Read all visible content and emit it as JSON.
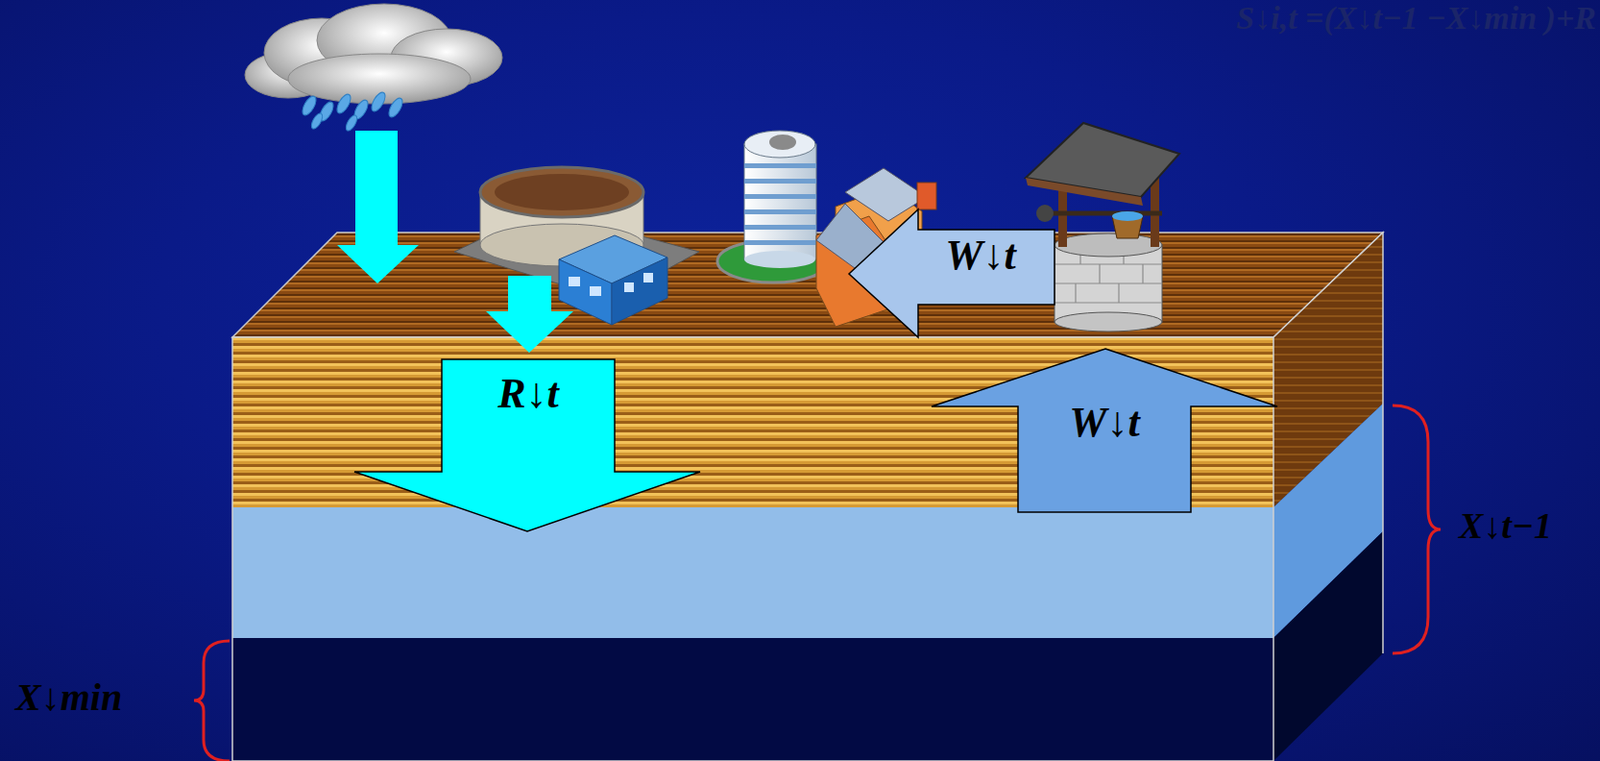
{
  "diagram": {
    "nodes": [
      {
        "text": [
          "R↓t"
        ]
      },
      {
        "text": [
          "W↓t"
        ]
      },
      {
        "text": [
          "W↓t"
        ]
      }
    ],
    "labels": [
      "S↓i,t =(X↓t−1 −X↓min )+R",
      "X↓t−1",
      "X↓min"
    ]
  }
}
